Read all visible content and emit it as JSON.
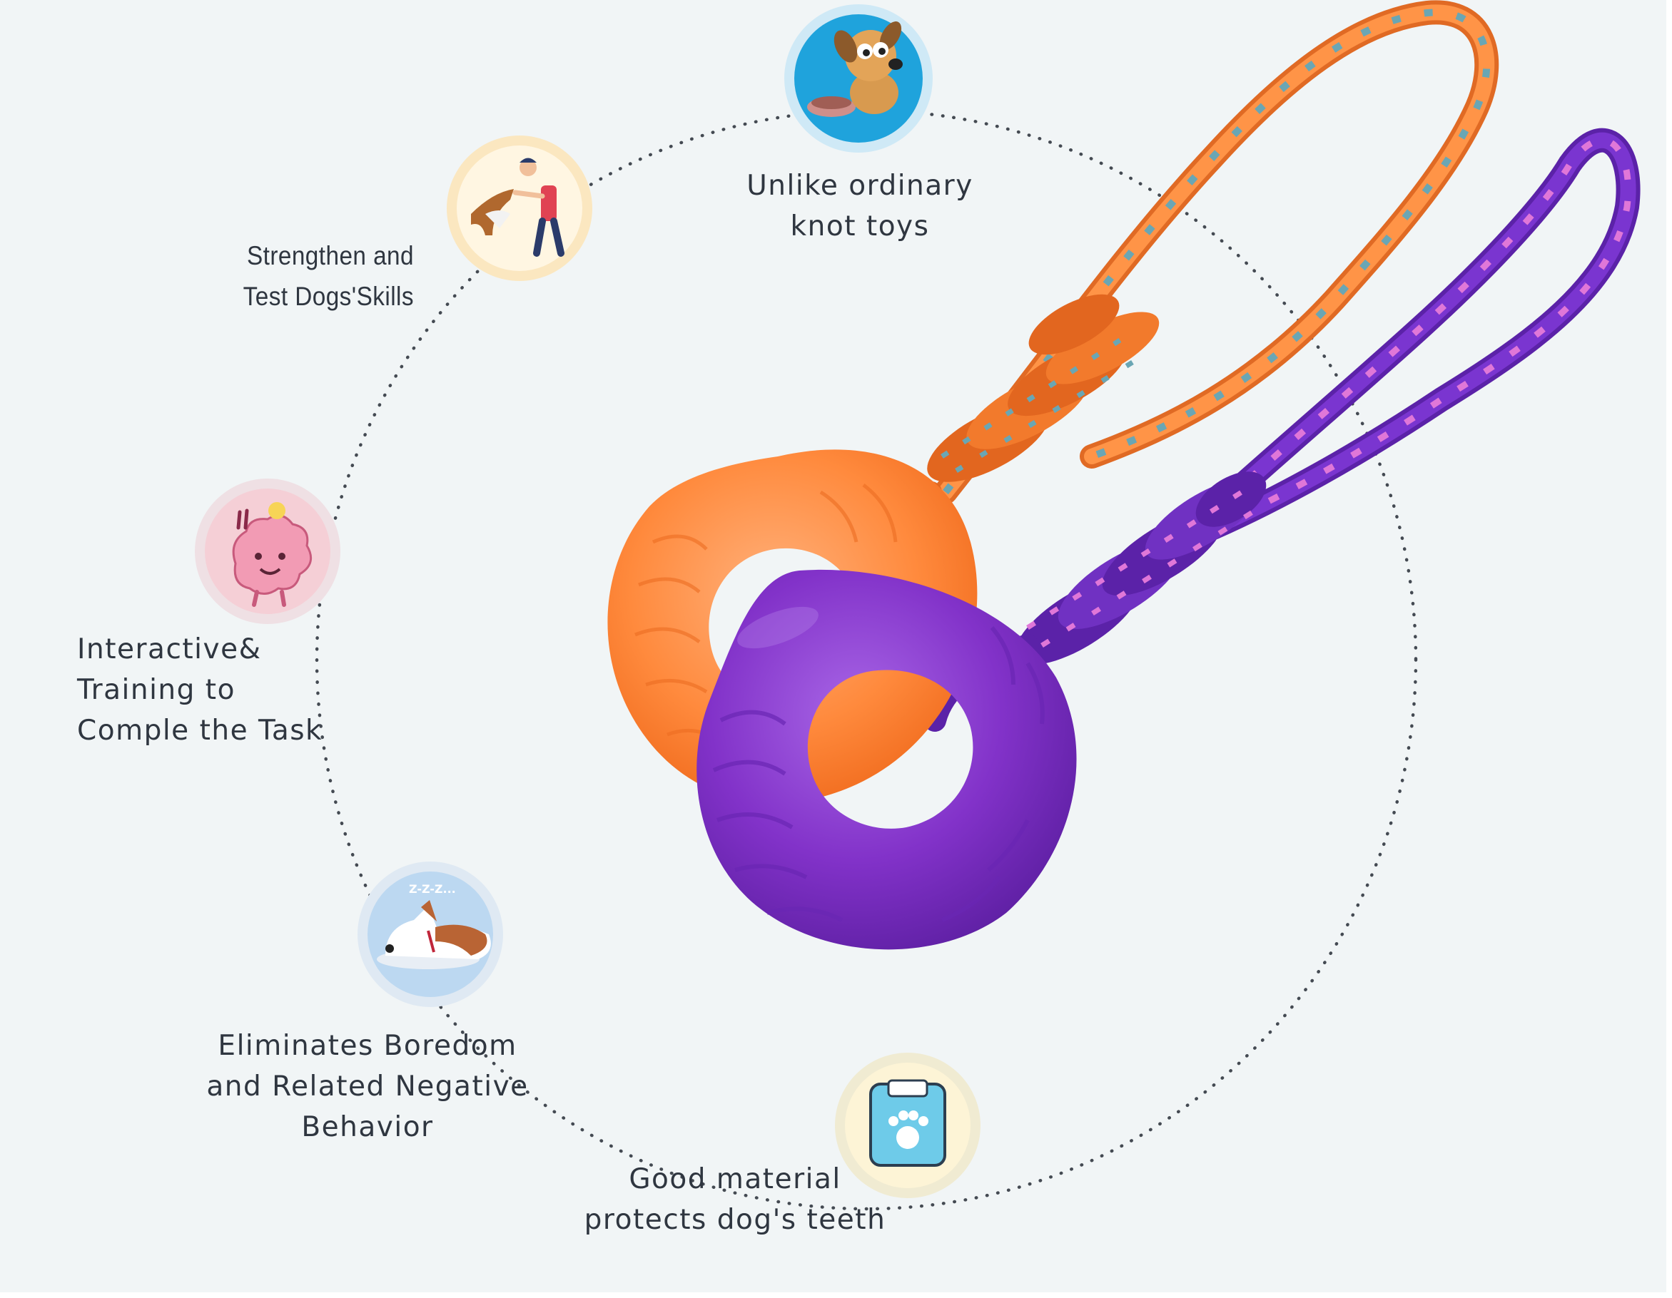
{
  "features": [
    {
      "id": "unlike-ordinary",
      "lines": [
        "Unlike ordinary",
        "knot toys"
      ],
      "icon": "dog-with-food-bowl-icon",
      "icon_bg": "#1fa3dc",
      "icon_ring": "#cfe9f6"
    },
    {
      "id": "strengthen-skills",
      "lines": [
        "Strengthen and",
        "Test Dogs'Skills"
      ],
      "icon": "dog-training-icon",
      "icon_bg": "#fff1d2",
      "icon_ring": "#fbe7c0"
    },
    {
      "id": "interactive-training",
      "lines": [
        "Interactive&",
        "Training to",
        "Comple the Task"
      ],
      "icon": "brain-idea-icon",
      "icon_bg": "#f5cfd6",
      "icon_ring": "#efe0e4"
    },
    {
      "id": "eliminates-boredom",
      "lines": [
        "Eliminates Boredom",
        "and Related Negative",
        "Behavior"
      ],
      "icon": "sleeping-dog-icon",
      "icon_bg": "#bcd8f1",
      "icon_ring": "#dfe9f3"
    },
    {
      "id": "good-material",
      "lines": [
        "Good material",
        "protects dog's teeth"
      ],
      "icon": "paw-scale-icon",
      "icon_bg": "#fdf4d6",
      "icon_ring": "#f0ebd2"
    }
  ],
  "product": {
    "image": "orange-and-purple-rope-ring-toys",
    "colors": {
      "orange": "#ff8a3d",
      "purple": "#8232c9"
    }
  }
}
